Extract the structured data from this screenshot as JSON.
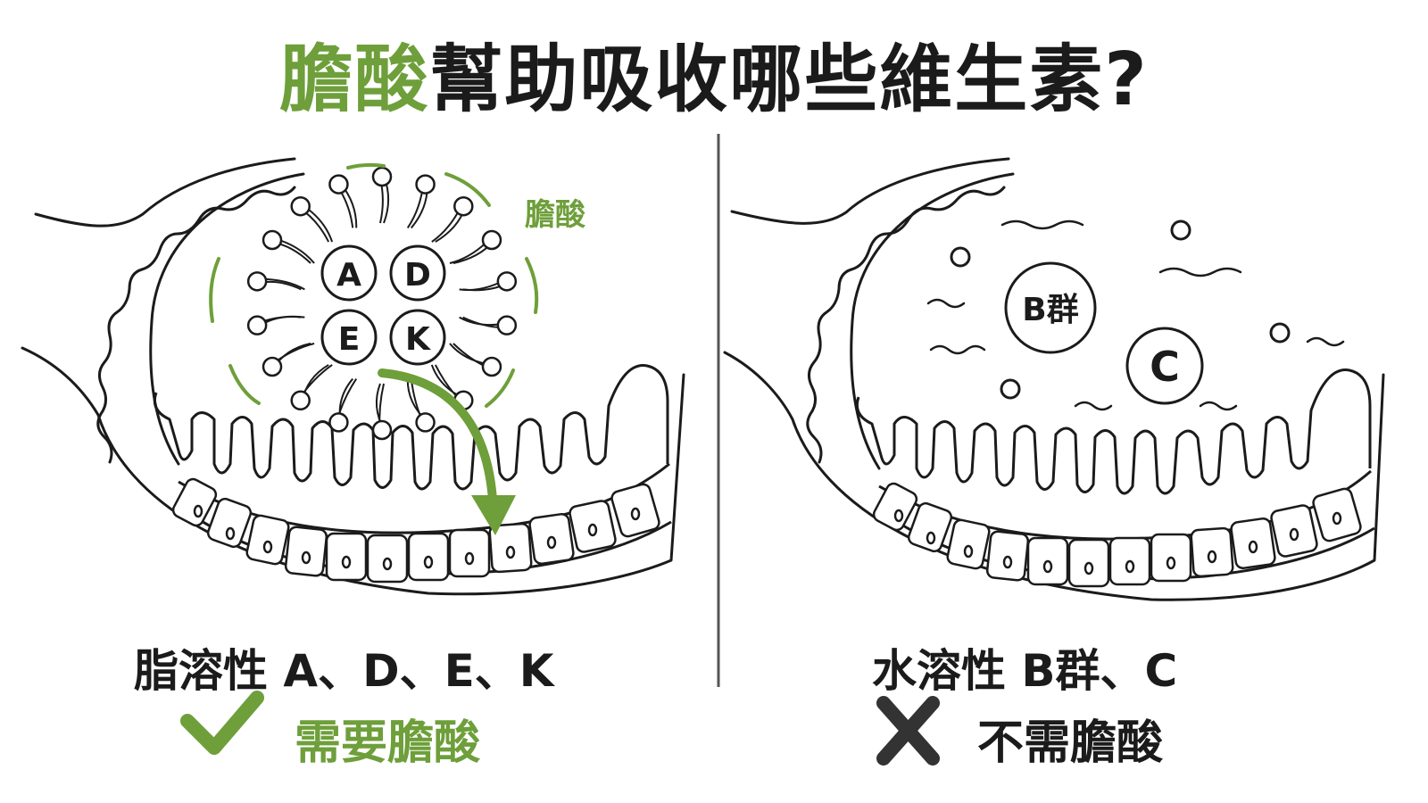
{
  "title": {
    "highlight": "膽酸",
    "rest": "幫助吸收哪些維生素?"
  },
  "colors": {
    "accent": "#6e9f3a",
    "ink": "#1b1b1b"
  },
  "left": {
    "micelle_label": "膽酸",
    "vitamins": [
      "A",
      "D",
      "E",
      "K"
    ],
    "caption": "脂溶性 A、D、E、K",
    "result_icon": "check-icon",
    "result_text": "需要膽酸"
  },
  "right": {
    "vitamins": [
      "B群",
      "C"
    ],
    "caption": "水溶性 B群、C",
    "result_icon": "cross-icon",
    "result_text": "不需膽酸"
  }
}
